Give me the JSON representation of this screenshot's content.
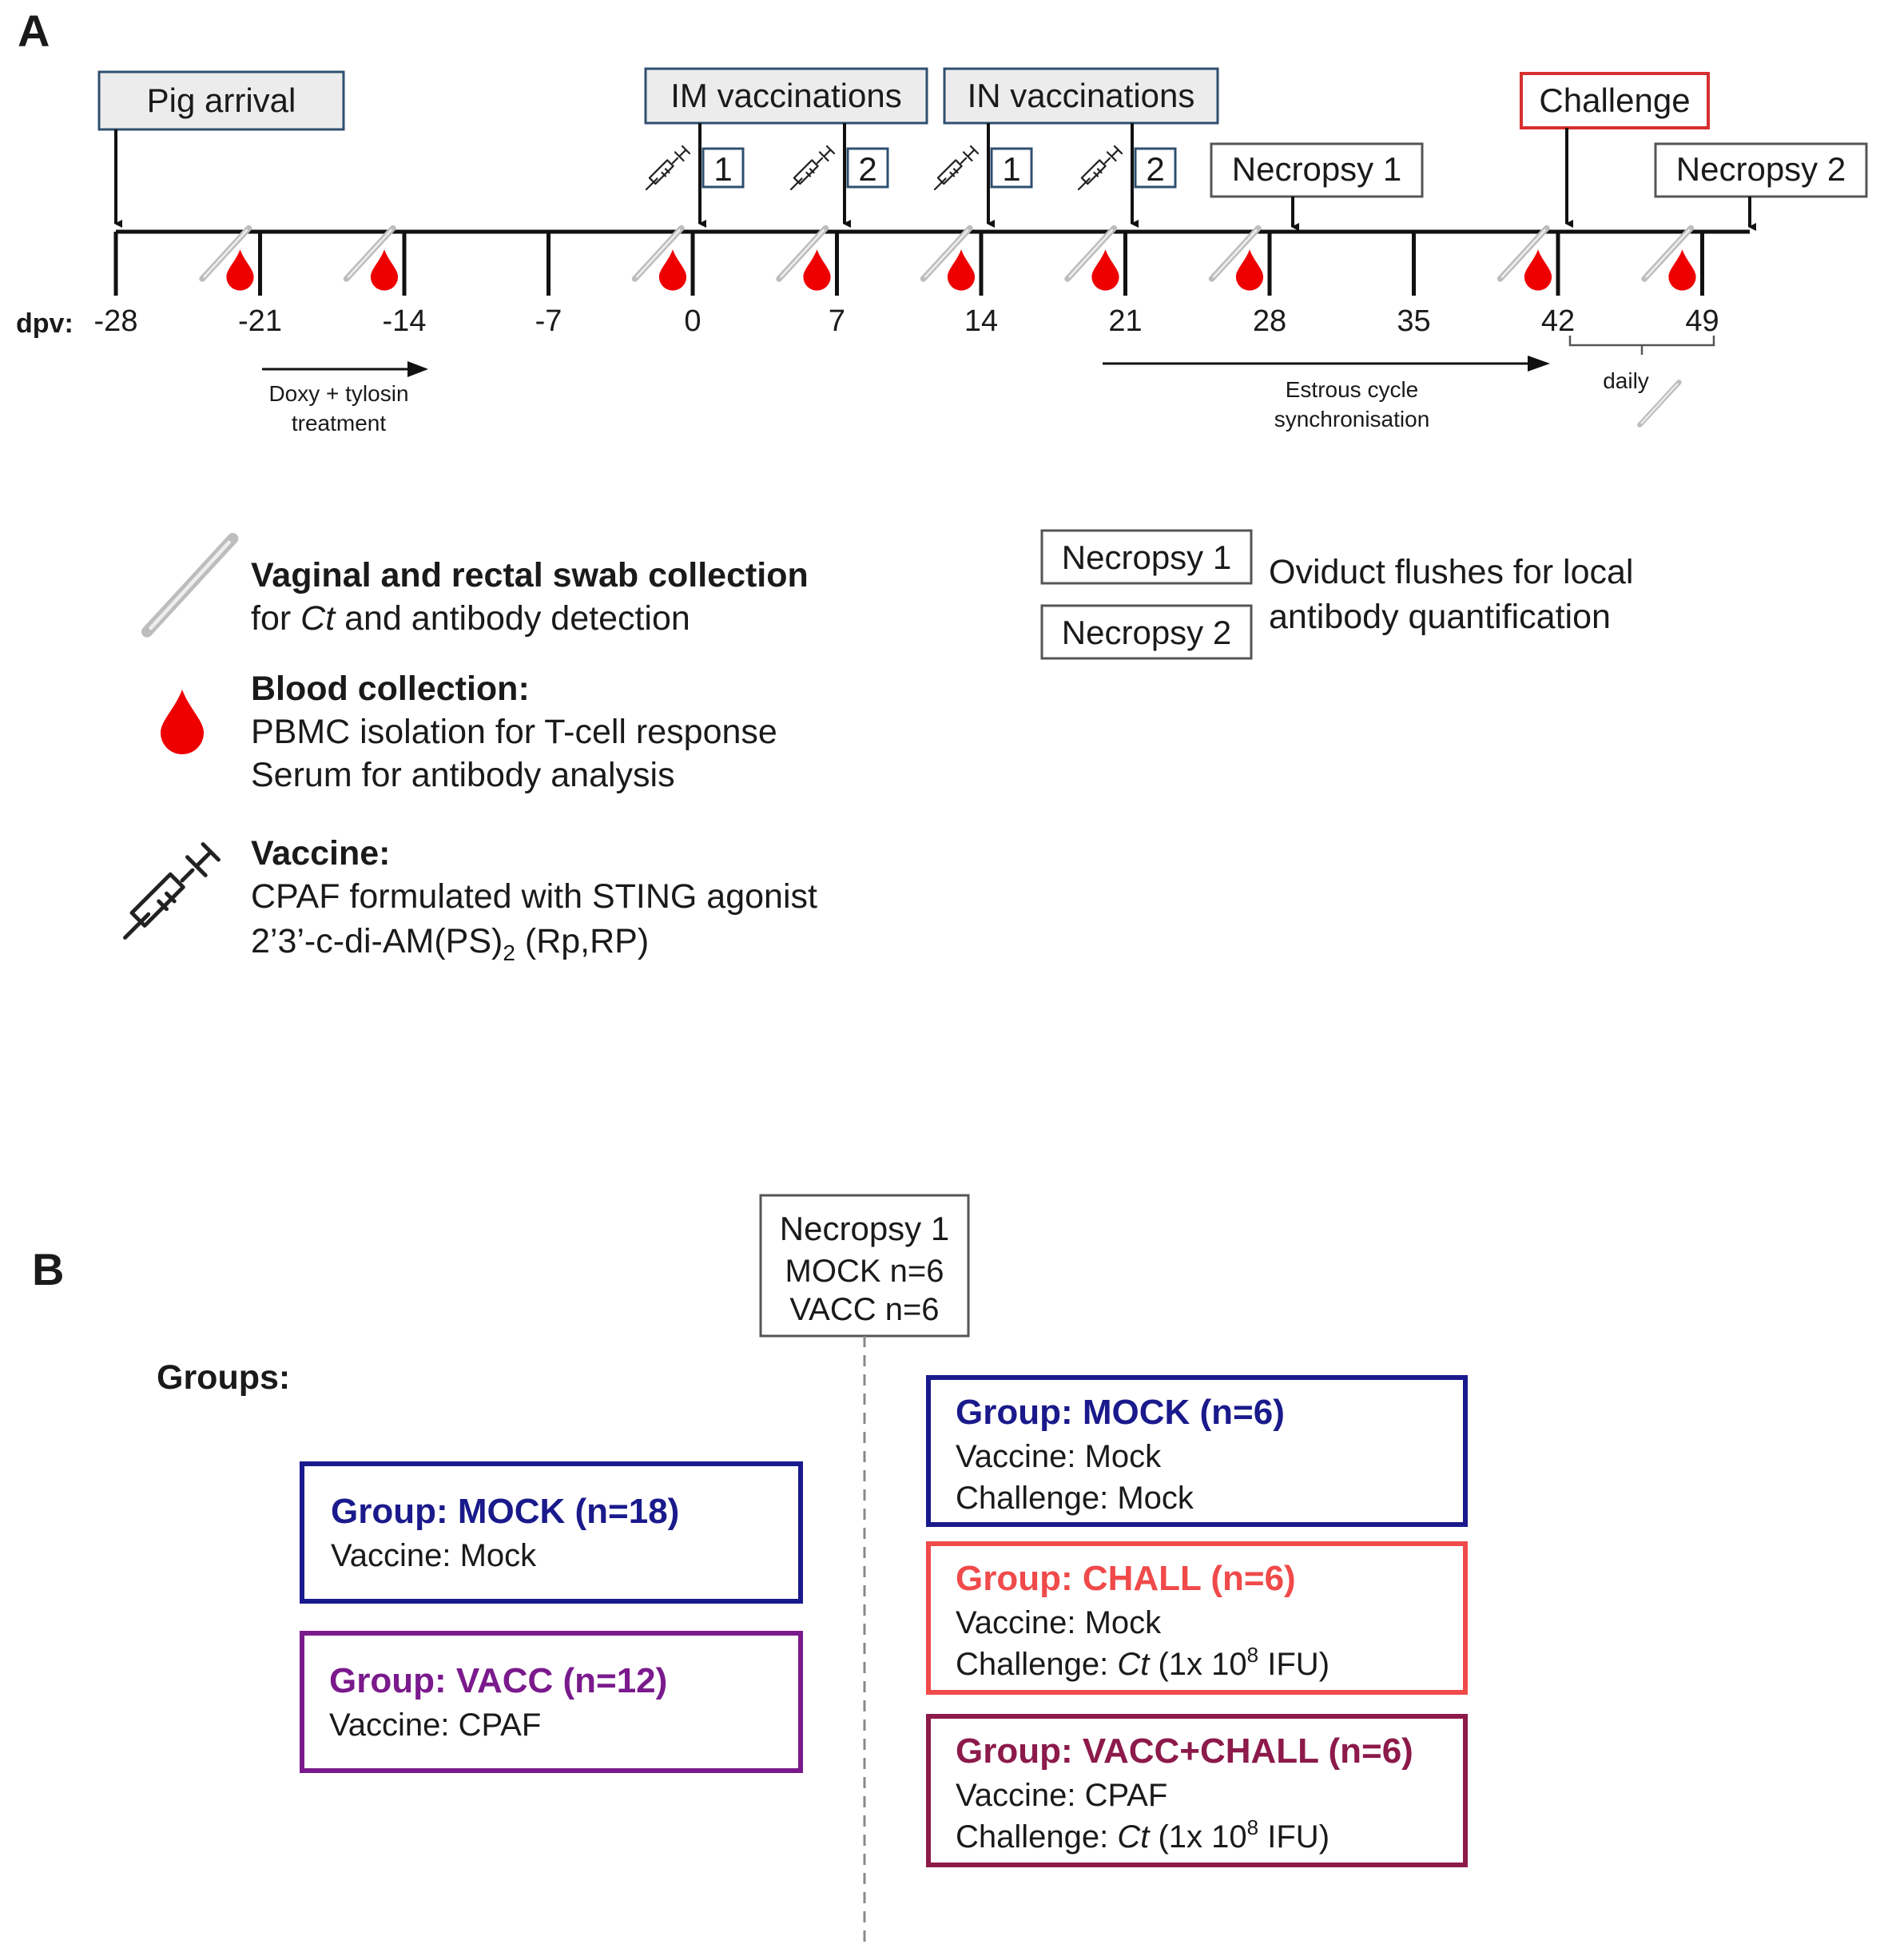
{
  "panel_a": {
    "label": "A",
    "axis_prefix": "dpv:",
    "ticks": [
      "-28",
      "-21",
      "-14",
      "-7",
      "0",
      "7",
      "14",
      "21",
      "28",
      "35",
      "42",
      "49"
    ],
    "events": {
      "pig_arrival": "Pig arrival",
      "im_vaccinations": "IM vaccinations",
      "in_vaccinations": "IN vaccinations",
      "necropsy_1": "Necropsy 1",
      "challenge": "Challenge",
      "necropsy_2": "Necropsy 2",
      "dose_1": "1",
      "dose_2": "2"
    },
    "treatment": {
      "line1": "Doxy + tylosin",
      "line2": "treatment"
    },
    "estrous": {
      "line1": "Estrous cycle",
      "line2": "synchronisation"
    },
    "daily": "daily",
    "legend": {
      "swab_bold": "Vaginal and rectal swab collection",
      "swab_line_pre": "for ",
      "swab_line_italic": "Ct",
      "swab_line_post": " and antibody detection",
      "blood_bold": "Blood collection:",
      "blood_line1": "PBMC isolation for T-cell response",
      "blood_line2": "Serum for antibody analysis",
      "vaccine_bold": "Vaccine:",
      "vaccine_line1": "CPAF formulated with STING agonist",
      "vaccine_line2_pre": "2’3’-c-di-AM(PS)",
      "vaccine_line2_sub": "2",
      "vaccine_line2_post": " (Rp,RP)",
      "necropsy_1": "Necropsy 1",
      "necropsy_2": "Necropsy 2",
      "oviduct_line1": "Oviduct flushes for local",
      "oviduct_line2": "antibody quantification"
    }
  },
  "panel_b": {
    "label": "B",
    "groups_heading": "Groups:",
    "necropsy": {
      "title": "Necropsy 1",
      "line1": "MOCK n=6",
      "line2": "VACC n=6"
    },
    "left_groups": [
      {
        "title": "Group: MOCK (n=18)",
        "line1": "Vaccine: Mock"
      },
      {
        "title": "Group: VACC (n=12)",
        "line1": "Vaccine: CPAF"
      }
    ],
    "right_groups": [
      {
        "title": "Group: MOCK (n=6)",
        "line1": "Vaccine: Mock",
        "line2": "Challenge: Mock"
      },
      {
        "title": "Group: CHALL (n=6)",
        "line1": "Vaccine: Mock",
        "line2_pre": "Challenge: ",
        "line2_italic": "Ct",
        "line2_mid": " (1x 10",
        "line2_sup": "8",
        "line2_post": " IFU)"
      },
      {
        "title": "Group: VACC+CHALL (n=6)",
        "line1": "Vaccine: CPAF",
        "line2_pre": "Challenge: ",
        "line2_italic": "Ct",
        "line2_mid": " (1x 10",
        "line2_sup": "8",
        "line2_post": " IFU)"
      }
    ]
  },
  "colors": {
    "mock": "#1a1a8c",
    "vacc": "#7a1a8c",
    "chall": "#f04a4a",
    "vacc_chall": "#8c1a4a",
    "challenge_box": "#d63030",
    "event_box_border": "#2f4f6f",
    "blood": "#ee0000"
  }
}
